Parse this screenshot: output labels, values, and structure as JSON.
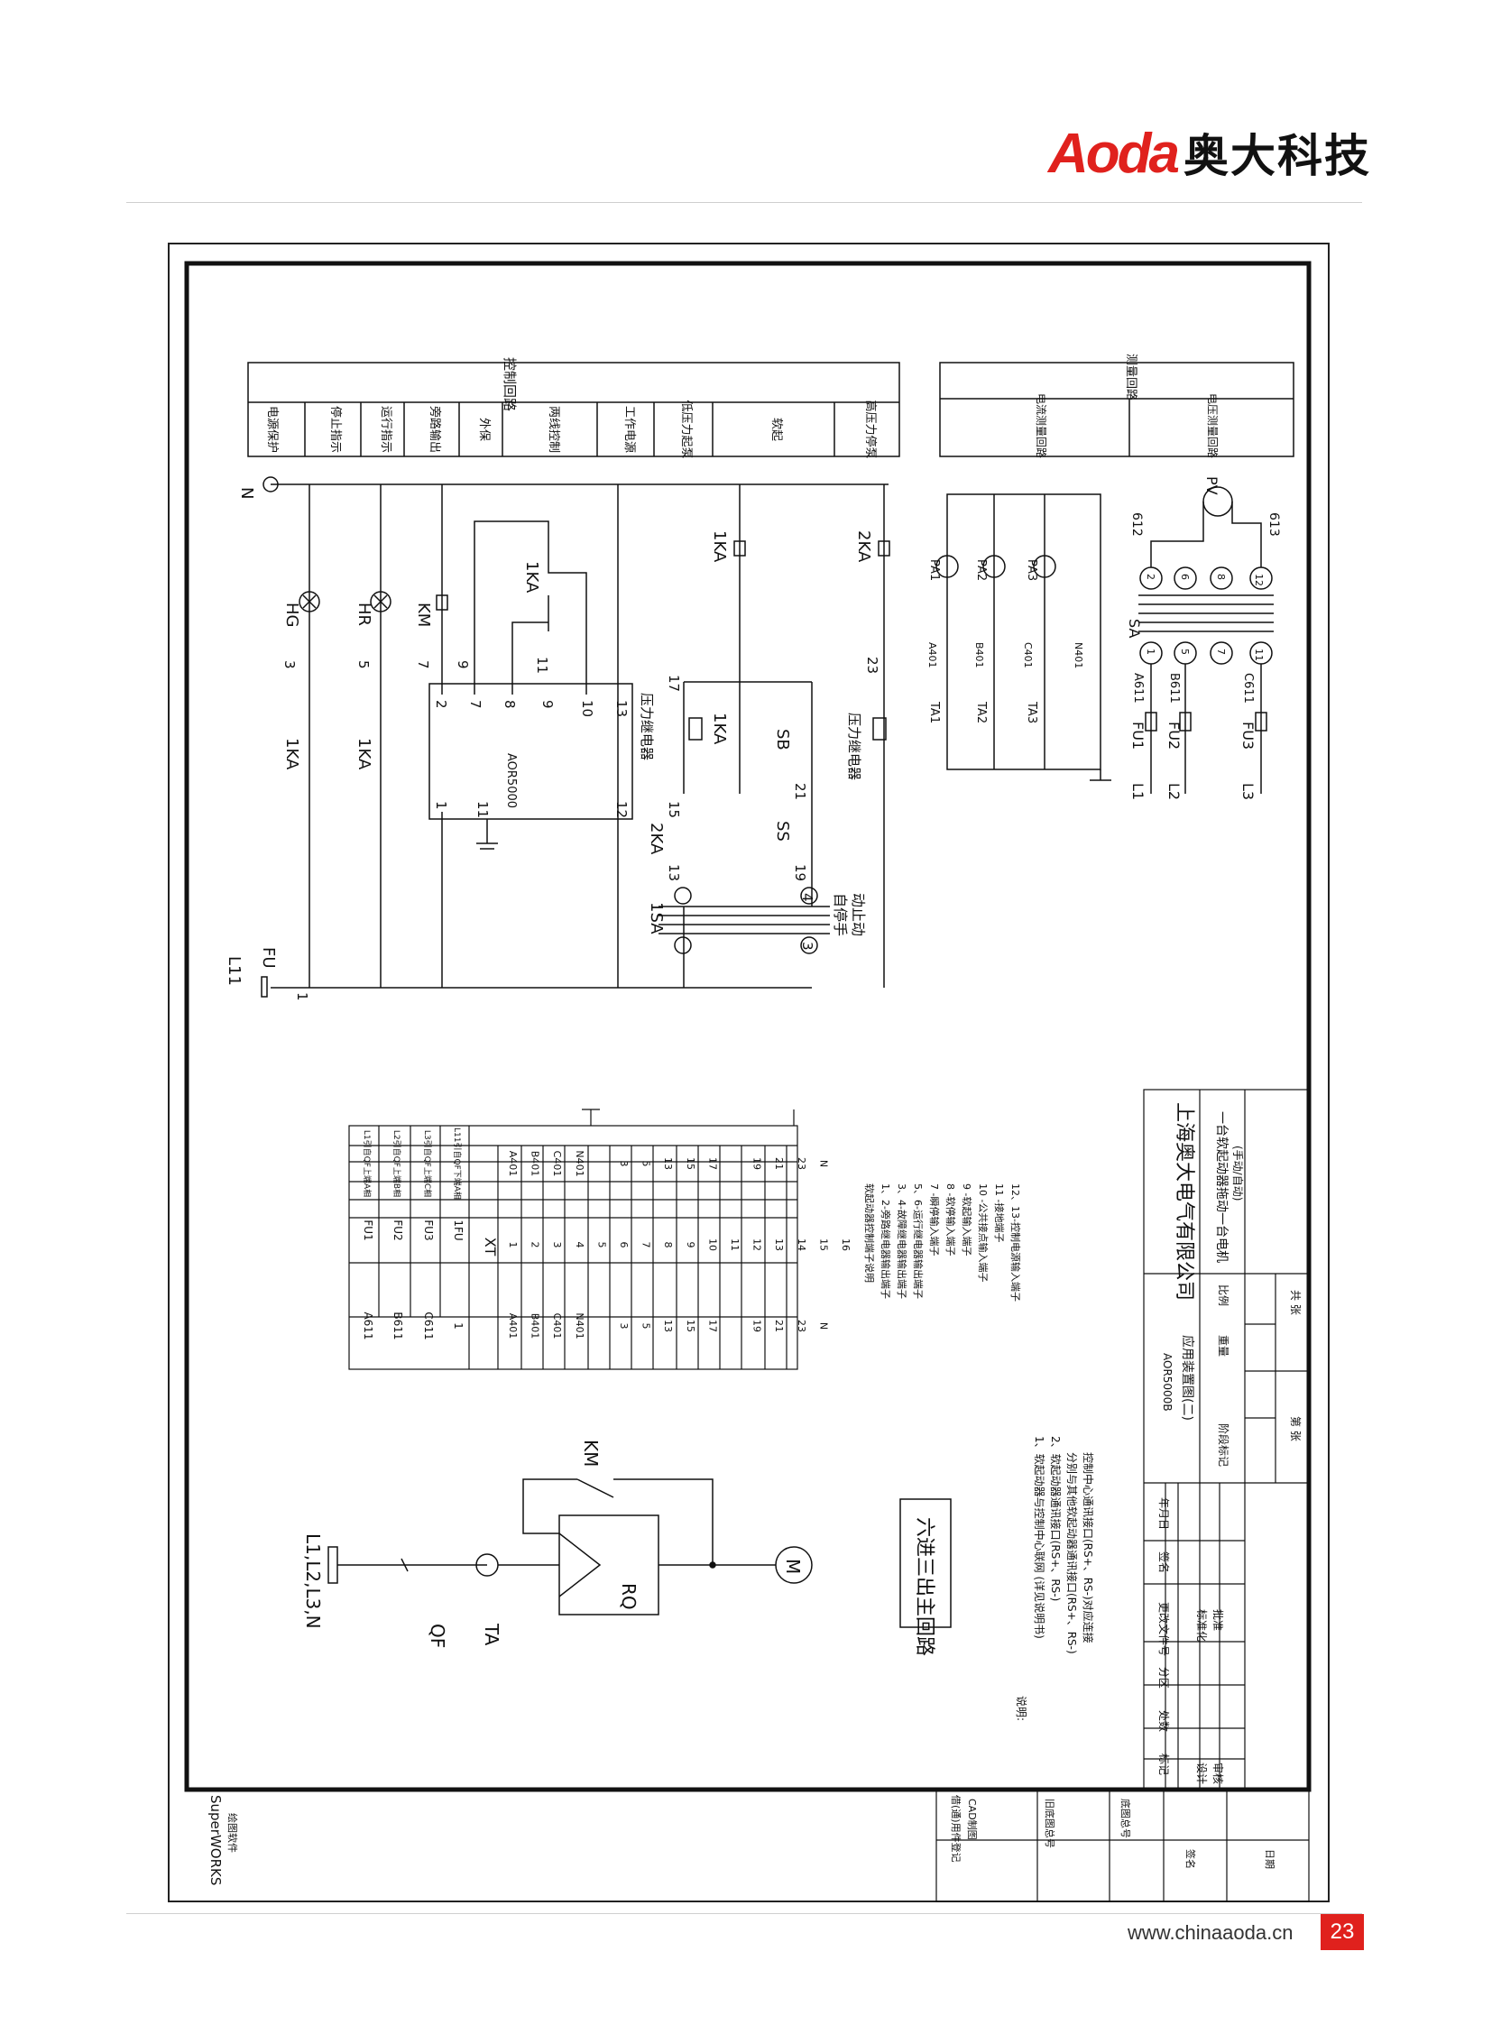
{
  "brand": {
    "logo_latin": "Aoda",
    "logo_cn": "奥大科技",
    "url": "www.chinaaoda.cn",
    "page_number": "23",
    "accent_color": "#e0211d"
  },
  "drawing": {
    "top_headers": {
      "control_group": "控制回路",
      "measure_group": "测量回路",
      "control_columns": [
        "电源保护",
        "停止指示",
        "运行指示",
        "旁路输出",
        "外保",
        "两线控制",
        "工作电源",
        "低压力起泵",
        "软起",
        "高压力停泵"
      ],
      "measure_columns": [
        "电流测量回路",
        "电压测量回路"
      ]
    },
    "control_labels": [
      "N",
      "HG",
      "HR",
      "KM",
      "1KA",
      "1KA",
      "1KA",
      "2KA",
      "1KA",
      "1KA",
      "压力继电器",
      "压力继电器",
      "SB",
      "SS",
      "2KA",
      "1SA",
      "自停手",
      "动止动",
      "L11",
      "FU",
      "AOR5000",
      "PV",
      "PA1",
      "PA2",
      "PA3",
      "TA1",
      "TA2",
      "TA3",
      "SA",
      "FU1",
      "FU2",
      "FU3",
      "L1",
      "L2",
      "L3"
    ],
    "control_numbers": [
      "3",
      "5",
      "7",
      "9",
      "2",
      "7",
      "8",
      "9",
      "10",
      "13",
      "1",
      "11",
      "12",
      "11",
      "17",
      "15",
      "21",
      "23",
      "19",
      "13",
      "1",
      "3",
      "4"
    ],
    "measure_numbers": [
      "612",
      "613",
      "2",
      "6",
      "8",
      "12",
      "1",
      "5",
      "7",
      "11",
      "A401",
      "B401",
      "C401",
      "N401",
      "A611",
      "B611",
      "C611"
    ],
    "terminal_table": {
      "xt_label": "XT",
      "fuse_rows": [
        {
          "left": "A611",
          "fuse": "FU1",
          "desc": "L1引自QF上端A相"
        },
        {
          "left": "B611",
          "fuse": "FU2",
          "desc": "L2引自QF上端B相"
        },
        {
          "left": "C611",
          "fuse": "FU3",
          "desc": "L3引自QF上端C相"
        },
        {
          "left": "1",
          "fuse": "1FU",
          "desc": "L11引自QF下端A相"
        }
      ],
      "rows": [
        {
          "l": "A401",
          "n": "1",
          "r": "A401"
        },
        {
          "l": "B401",
          "n": "2",
          "r": "B401"
        },
        {
          "l": "C401",
          "n": "3",
          "r": "C401"
        },
        {
          "l": "N401",
          "n": "4",
          "r": "N401"
        },
        {
          "l": "",
          "n": "5",
          "r": ""
        },
        {
          "l": "3",
          "n": "6",
          "r": "3"
        },
        {
          "l": "5",
          "n": "7",
          "r": "5"
        },
        {
          "l": "13",
          "n": "8",
          "r": "13"
        },
        {
          "l": "15",
          "n": "9",
          "r": "15"
        },
        {
          "l": "17",
          "n": "10",
          "r": "17"
        },
        {
          "l": "",
          "n": "11",
          "r": ""
        },
        {
          "l": "19",
          "n": "12",
          "r": "19"
        },
        {
          "l": "21",
          "n": "13",
          "r": "21"
        },
        {
          "l": "23",
          "n": "14",
          "r": "23"
        },
        {
          "l": "N",
          "n": "15",
          "r": "N"
        },
        {
          "l": "",
          "n": "16",
          "r": ""
        }
      ]
    },
    "terminal_notes": [
      "软起动器控制端子说明",
      "1、2-旁路继电器输出端子",
      "3、4-故障继电器输出端子",
      "5、6-运行继电器输出端子",
      "7 -瞬停输入端子",
      "8 -软停输入端子",
      "9 -软起输入端子",
      "10 -公共接点输入端子",
      "11 -接地端子",
      "12、13-控制电源输入端子"
    ],
    "main_circuit": {
      "supply": "L1,L2,L3,N",
      "qf": "QF",
      "ta": "TA",
      "km": "KM",
      "rq": "RQ",
      "motor": "M",
      "caption": "六进三出主回路"
    },
    "explanation": [
      "说明:",
      "1、软起动器与控制中心联网 (详见说明书)",
      "2、软起动器通讯接口(RS+、RS-)",
      "分别与其他软起动器通讯接口(RS+、RS-)",
      "控制中心通讯接口(RS+、RS-)对应连接"
    ],
    "title_block": {
      "company": "上海奥大电气有限公司",
      "drawing_no": "AOR5000B",
      "drawing_name": "应用装置图(二)",
      "description": "一台软起动器拖动一台电机",
      "mode": "(手动/自动)",
      "stage_mark": "阶段标记",
      "weight": "重量",
      "scale": "比例",
      "sheet_total": "共 张",
      "sheet_no": "第 张",
      "rev_headers": [
        "标记",
        "处数",
        "分区",
        "更改文件号",
        "签名",
        "年月日"
      ],
      "people": [
        "设计",
        "审核",
        "标准化",
        "批准"
      ]
    },
    "side_block": {
      "software": "SuperWORKS",
      "software_sub": "绘图软件",
      "labels": [
        "借(通)用件登记",
        "CAD制图",
        "旧底图总号",
        "底图总号",
        "签名",
        "日期"
      ]
    }
  }
}
